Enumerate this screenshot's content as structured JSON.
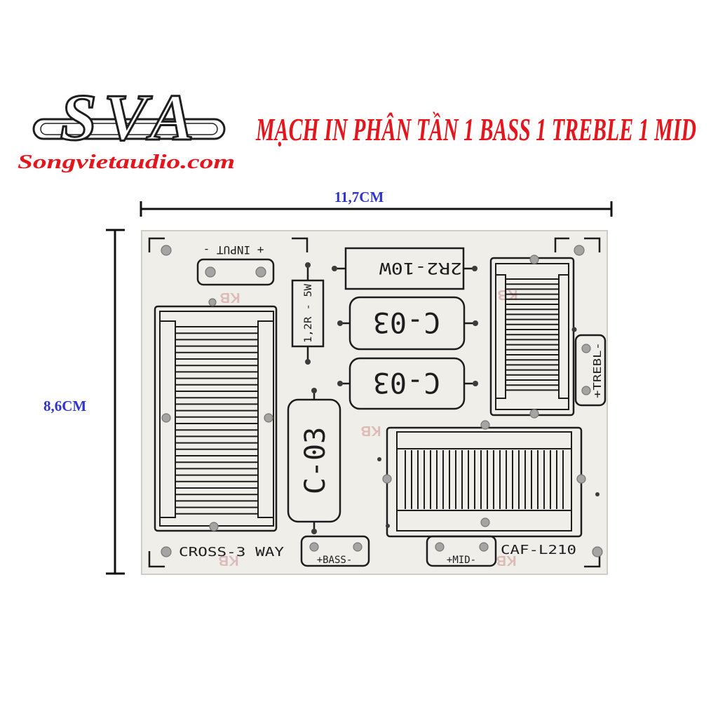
{
  "brand": {
    "logo_text": "SVA",
    "website": "Songvietaudio.com"
  },
  "title": "MẠCH IN PHÂN TẦN 1 BASS 1 TREBLE 1 MID",
  "dimensions": {
    "width_label": "11,7CM",
    "height_label": "8,6CM"
  },
  "pcb": {
    "input_label": "+ INPUT -",
    "resistor_10w_label": "2R2-10W",
    "resistor_5w_label": "1,2R - 5W",
    "capacitor_labels": [
      "C-03",
      "C-03",
      "C-03"
    ],
    "treble_label": "+TREBL-",
    "bass_label": "+BASS-",
    "mid_label": "+MID-",
    "board_name": "CROSS-3 WAY",
    "model": "CAF-L210",
    "watermark_marks": [
      "KB",
      "KB",
      "KB",
      "KB",
      "KB"
    ]
  },
  "colors": {
    "title_red": "#e3161d",
    "dimension_blue": "#2f35c8",
    "silkscreen": "#1d1d1d",
    "board": "#efeee9",
    "watermark": "#d9a9a6"
  }
}
